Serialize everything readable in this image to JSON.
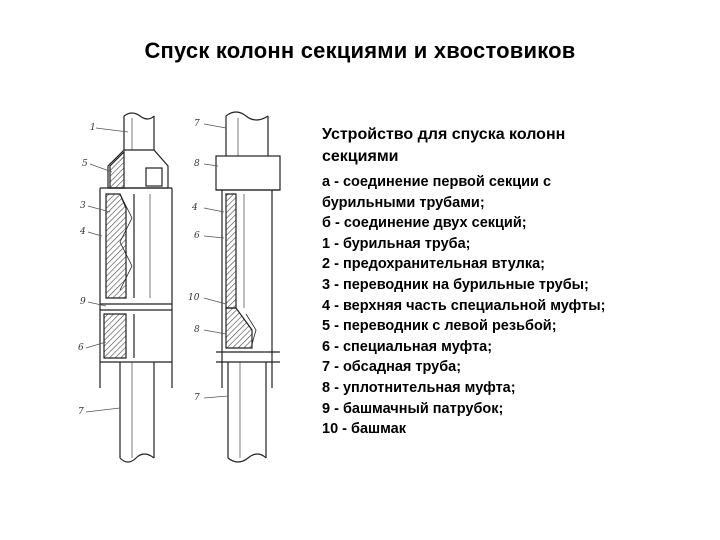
{
  "title": "Спуск колонн секциями и хвостовиков",
  "caption": {
    "heading": "Устройство для спуска колонн секциями",
    "items": [
      "а - соединение  первой  секции  с бурильными трубами;",
      "б - соединение двух секций;",
      "1 - бурильная труба;",
      "2 - предохранительная втулка;",
      "3 - переводник на бурильные трубы;",
      "4 - верхняя часть специальной муфты;",
      "5 - переводник с левой резьбой;",
      "6 - специальная муфта;",
      "7 - обсадная труба;",
      "8 - уплотнительная муфта;",
      "9 - башмачный патрубок;",
      "10 - башмак"
    ]
  },
  "figure": {
    "left_labels": [
      "1",
      "5",
      "3",
      "4",
      "9",
      "6",
      "7"
    ],
    "right_labels": [
      "7",
      "8",
      "4",
      "6",
      "10",
      "8",
      "7"
    ]
  }
}
